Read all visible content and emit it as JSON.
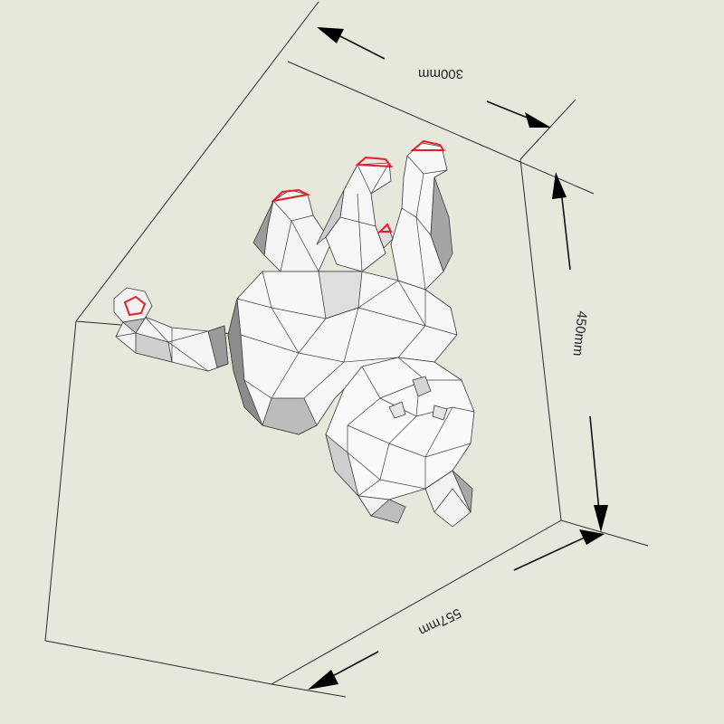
{
  "diagram": {
    "subject": "low-poly papercraft cat hanging upside down, wall model",
    "dimensions": [
      {
        "id": "width",
        "label": "300mm"
      },
      {
        "id": "height",
        "label": "450mm"
      },
      {
        "id": "depth",
        "label": "557mm"
      }
    ]
  },
  "colors": {
    "background": "#e8e7dc",
    "model_light": "#f7f7f7",
    "model_mid": "#d8d8d8",
    "model_dark": "#8e8e8e",
    "mesh_lines": "#3a3a3a",
    "paw_tips": "#e2202a"
  }
}
